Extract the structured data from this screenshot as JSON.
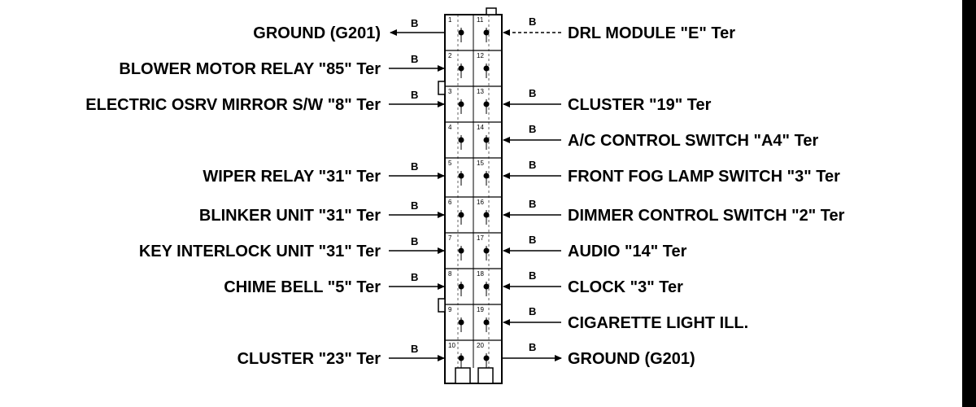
{
  "wire_color": "B",
  "left_labels": [
    "GROUND (G201)",
    "BLOWER MOTOR RELAY \"85\" Ter",
    "ELECTRIC OSRV MIRROR S/W \"8\" Ter",
    "",
    "WIPER RELAY \"31\" Ter",
    "BLINKER UNIT \"31\" Ter",
    "KEY INTERLOCK UNIT \"31\" Ter",
    "CHIME BELL \"5\" Ter",
    "",
    "CLUSTER \"23\" Ter"
  ],
  "right_labels": [
    "DRL MODULE \"E\" Ter",
    "",
    "CLUSTER \"19\" Ter",
    "A/C CONTROL SWITCH \"A4\" Ter",
    "FRONT FOG LAMP SWITCH \"3\" Ter",
    "DIMMER CONTROL SWITCH \"2\" Ter",
    "AUDIO \"14\" Ter",
    "CLOCK \"3\" Ter",
    "CIGARETTE LIGHT ILL.",
    "GROUND (G201)"
  ],
  "left_pins": [
    "1",
    "2",
    "3",
    "4",
    "5",
    "6",
    "7",
    "8",
    "9",
    "10"
  ],
  "right_pins": [
    "11",
    "12",
    "13",
    "14",
    "15",
    "16",
    "17",
    "18",
    "19",
    "20"
  ]
}
